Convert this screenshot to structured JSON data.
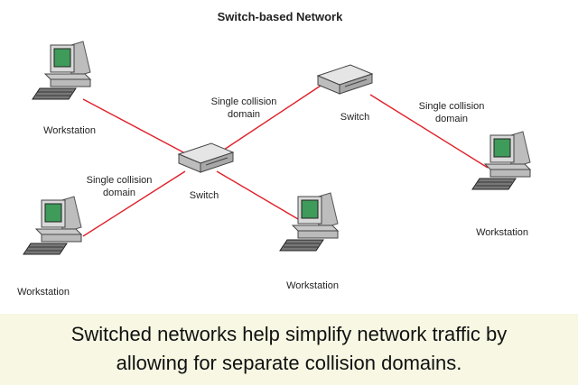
{
  "diagram": {
    "title": "Switch-based Network",
    "link_color": "#e0202a",
    "devices": [
      {
        "id": "ws-top-left",
        "type": "workstation",
        "label": "Workstation"
      },
      {
        "id": "switch-center",
        "type": "switch",
        "label": "Switch"
      },
      {
        "id": "switch-top",
        "type": "switch",
        "label": "Switch"
      },
      {
        "id": "ws-right",
        "type": "workstation",
        "label": "Workstation"
      },
      {
        "id": "ws-bottom-left",
        "type": "workstation",
        "label": "Workstation"
      },
      {
        "id": "ws-bottom-middle",
        "type": "workstation",
        "label": "Workstation"
      }
    ],
    "links": [
      {
        "from": "ws-top-left",
        "to": "switch-center"
      },
      {
        "from": "switch-center",
        "to": "switch-top",
        "label": [
          "Single collision",
          "domain"
        ]
      },
      {
        "from": "switch-top",
        "to": "ws-right",
        "label": [
          "Single collision",
          "domain"
        ]
      },
      {
        "from": "ws-bottom-left",
        "to": "switch-center",
        "label": [
          "Single collision",
          "domain"
        ]
      },
      {
        "from": "switch-center",
        "to": "ws-bottom-middle"
      }
    ]
  },
  "caption": {
    "line1": "Switched networks help simplify network traffic by",
    "line2": "allowing for separate collision domains."
  }
}
